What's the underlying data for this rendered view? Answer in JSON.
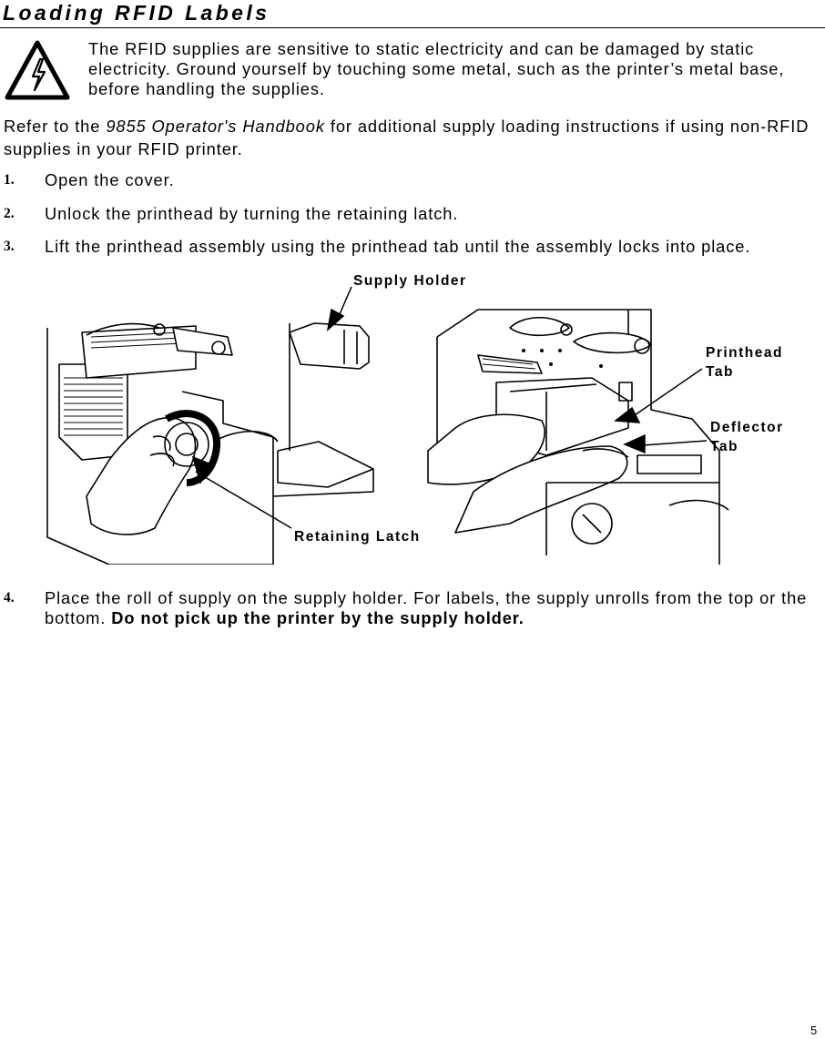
{
  "title": "Loading RFID Labels",
  "warning": {
    "icon": "high-voltage-warning-icon",
    "text": "The RFID supplies are sensitive to static electricity and can be damaged by static electricity.  Ground yourself by touching some metal, such as the printer’s metal base, before handling the supplies."
  },
  "refer": {
    "prefix": "Refer to the ",
    "book": "9855 Operator's Handbook",
    "suffix": " for additional supply loading instructions if using non-RFID supplies in your RFID printer."
  },
  "steps": [
    {
      "num": "1.",
      "text": "Open the cover."
    },
    {
      "num": "2.",
      "text": "Unlock the printhead by turning the retaining latch."
    },
    {
      "num": "3.",
      "text": "Lift the printhead assembly using the printhead tab until the assembly locks into place."
    },
    {
      "num": "4.",
      "text": "Place the roll of supply on the supply holder.  For labels, the supply unrolls from the top or the bottom.  ",
      "bold": "Do not pick up the printer by the supply holder."
    }
  ],
  "figure": {
    "callouts": {
      "supply_holder": "Supply Holder",
      "retaining_latch": "Retaining Latch",
      "printhead": "Printhead",
      "printhead_tab": "Tab",
      "deflector": "Deflector",
      "deflector_tab": "Tab"
    }
  },
  "page_number": "5"
}
